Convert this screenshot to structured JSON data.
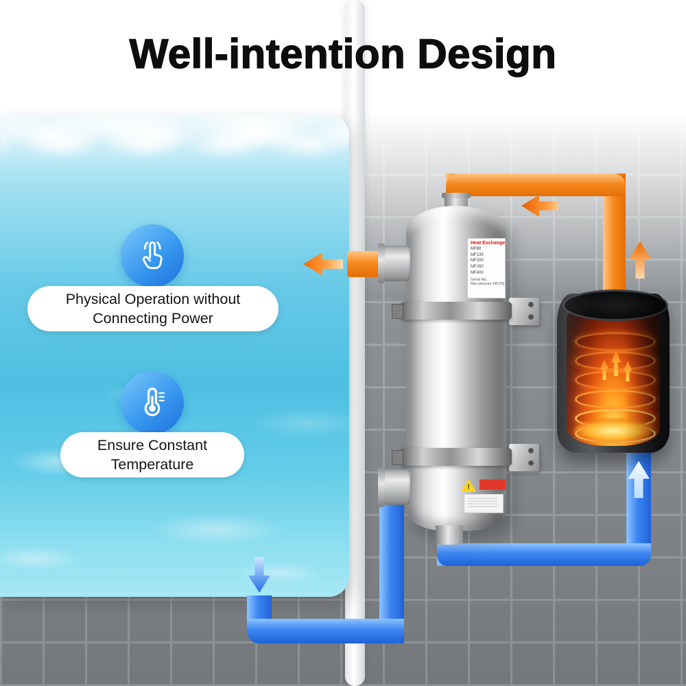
{
  "title": "Well-intention Design",
  "features": [
    {
      "icon": "touch-icon",
      "line1": "Physical Operation without",
      "line2": "Connecting Power"
    },
    {
      "icon": "thermometer-icon",
      "line1": "Ensure Constant",
      "line2": "Temperature"
    }
  ],
  "exchanger": {
    "label_title": "Heat Exchange",
    "models": [
      "MF80",
      "MF135",
      "MF200",
      "MF260",
      "MF400"
    ],
    "serial_label": "Serial No.",
    "pressure_label": "Max pressure 145 PSI",
    "warning_mark": "!"
  },
  "flows": {
    "hot_color": "#f68a1e",
    "cold_color": "#3d85f2"
  }
}
